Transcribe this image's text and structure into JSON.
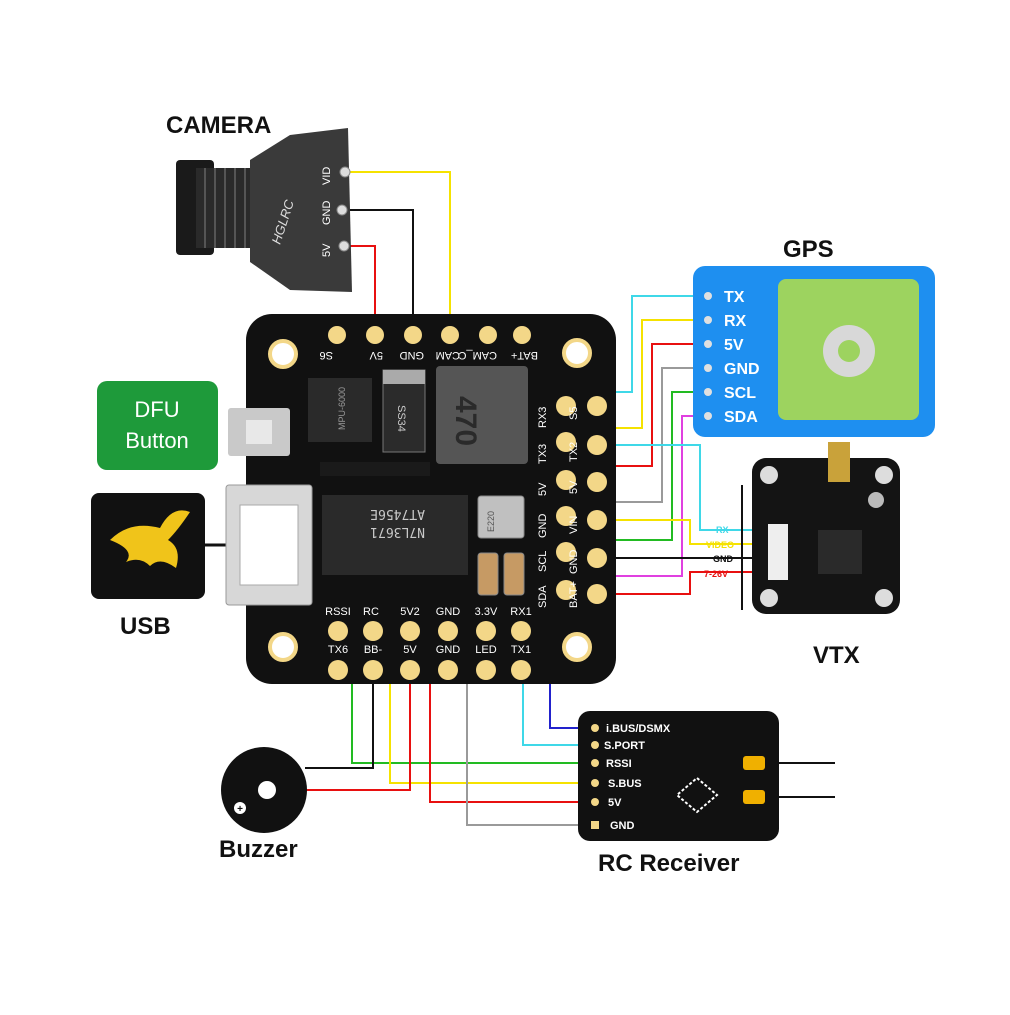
{
  "labels": {
    "camera": "CAMERA",
    "gps": "GPS",
    "vtx": "VTX",
    "usb": "USB",
    "buzzer": "Buzzer",
    "rc_receiver": "RC Receiver",
    "dfu_line1": "DFU",
    "dfu_line2": "Button"
  },
  "camera": {
    "pins": [
      "VID",
      "GND",
      "5V"
    ],
    "brand": "HGLRC"
  },
  "fc": {
    "top_pins": [
      "S6",
      "5V",
      "GND",
      "CAM_C",
      "CAM",
      "BAT+"
    ],
    "left_col_pins": [
      "RX3",
      "TX3",
      "5V",
      "GND",
      "SCL",
      "SDA"
    ],
    "right_col_pins": [
      "S5",
      "TX2",
      "5V",
      "VIN",
      "GND",
      "BAT+"
    ],
    "bottom_top_row": [
      "RSSI",
      "RC",
      "5V2",
      "GND",
      "3.3V",
      "RX1"
    ],
    "bottom_bottom_row": [
      "TX6",
      "BB-",
      "5V",
      "GND",
      "LED",
      "TX1"
    ],
    "chip_labels": {
      "mcu_line1": "AT7456E",
      "mcu_line2": "N7L3671",
      "inductor": "470",
      "diode": "SS34",
      "crystal": "E220",
      "gyro": "MPU-6000"
    }
  },
  "gps": {
    "pins": [
      "TX",
      "RX",
      "5V",
      "GND",
      "SCL",
      "SDA"
    ]
  },
  "vtx": {
    "pins": [
      "RX",
      "VIDEO",
      "GND",
      "7-26V"
    ]
  },
  "rc": {
    "pins": [
      "i.BUS/DSMX",
      "S.PORT",
      "RSSI",
      "S.BUS",
      "5V",
      "GND"
    ]
  },
  "colors": {
    "board": "#111111",
    "pad": "#f3d788",
    "gps_blue": "#1e8ff0",
    "gps_green": "#9dd35f",
    "dfu_green": "#1e9a3a",
    "wire_yellow": "#f5e200",
    "wire_red": "#e81010",
    "wire_black": "#111111",
    "wire_cyan": "#3fd8e8",
    "wire_magenta": "#e040e0",
    "wire_gray": "#9a9a9a",
    "wire_green": "#22bb22",
    "wire_blue": "#2222cc"
  }
}
